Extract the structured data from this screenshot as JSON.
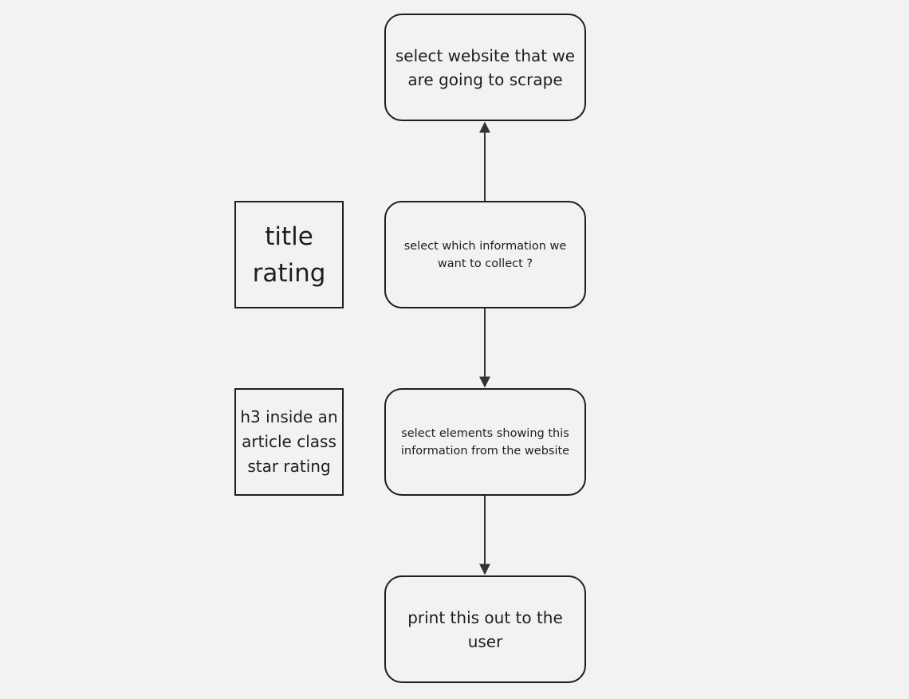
{
  "steps": {
    "select_website": "select website that we are going to scrape",
    "select_information": "select which information we want to collect ?",
    "select_elements": "select elements showing this information from the website",
    "print_output": "print this out to the user"
  },
  "notes": {
    "information_fields": "title rating",
    "element_selectors": "h3 inside an article class star rating"
  },
  "colors": {
    "background": "#f2f2f2",
    "stroke": "#1e1e1e",
    "text": "#1e1e1e"
  }
}
